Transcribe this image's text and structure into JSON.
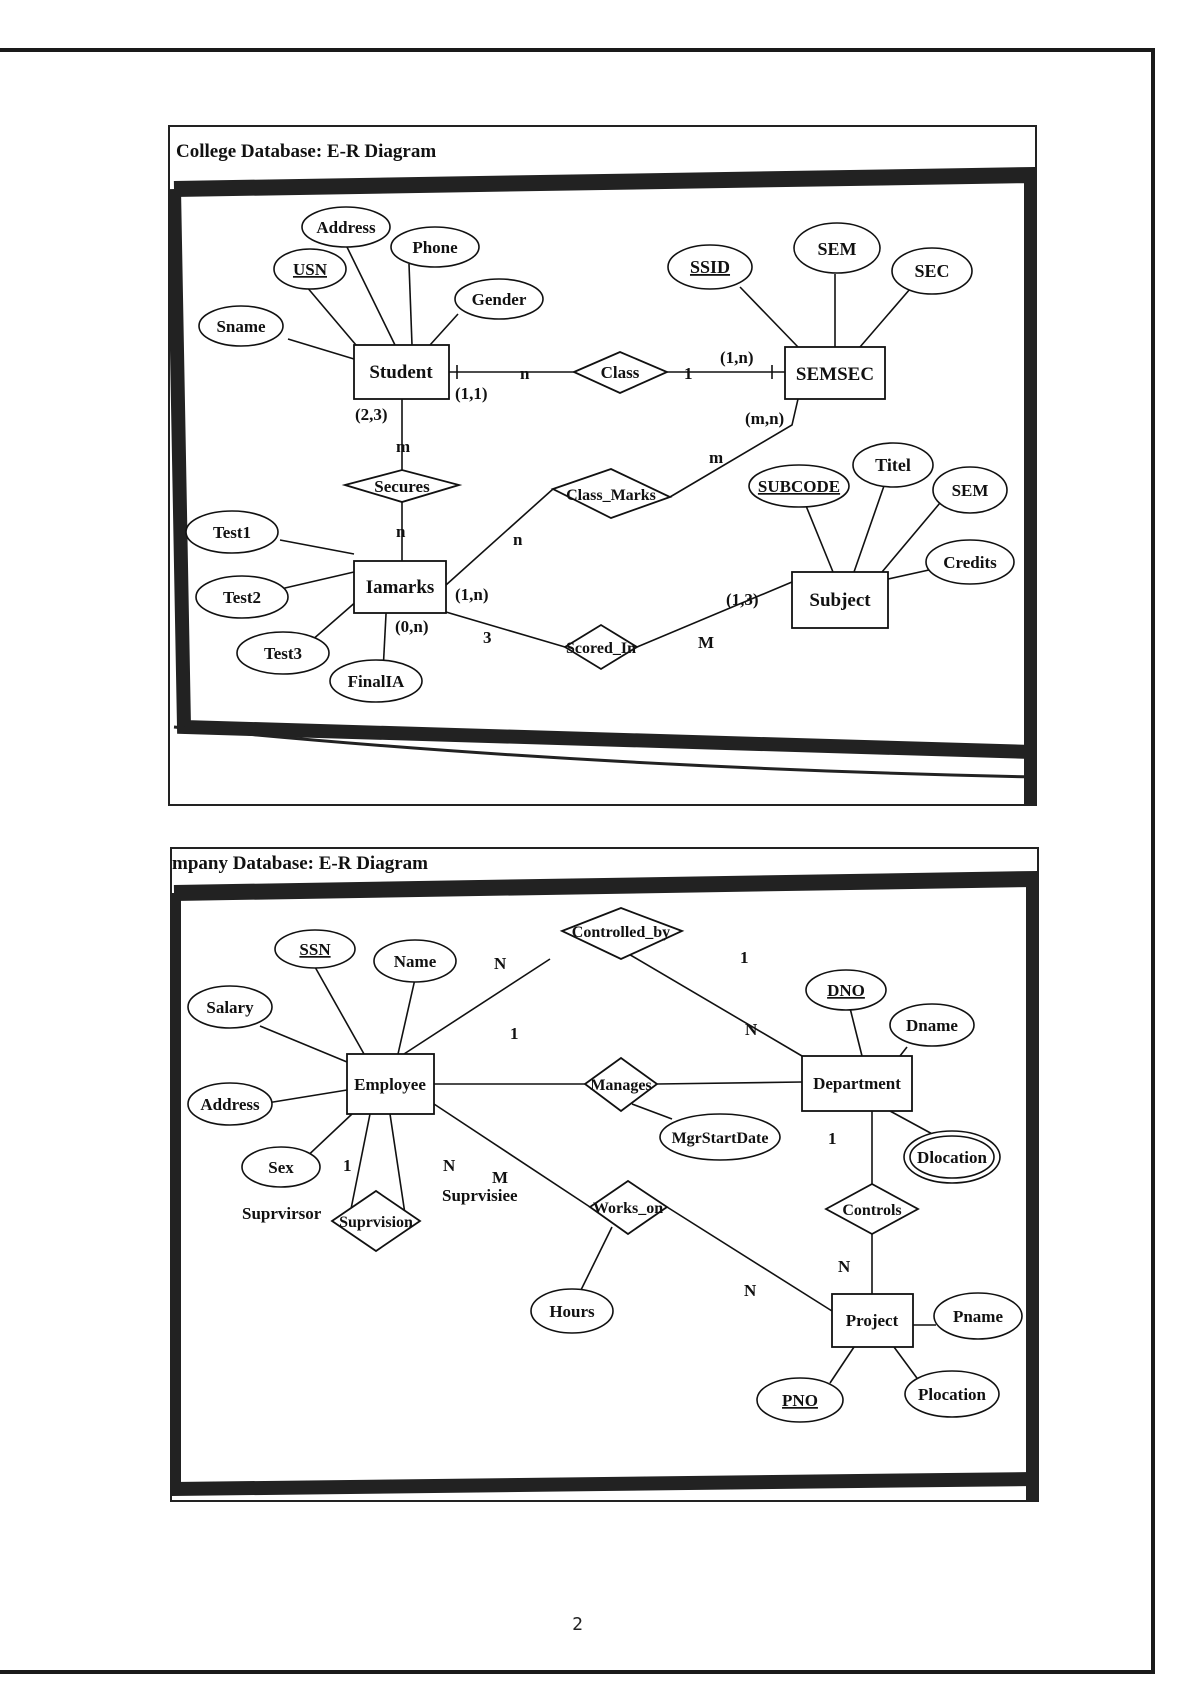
{
  "page_number": "2",
  "college": {
    "title": "College Database: E-R Diagram",
    "entities": {
      "student": "Student",
      "semsec": "SEMSEC",
      "iamarks": "Iamarks",
      "subject": "Subject"
    },
    "relationships": {
      "class": "Class",
      "secures": "Secures",
      "class_marks": "Class_Marks",
      "scored_in": "Scored_In"
    },
    "attributes": {
      "address": "Address",
      "phone": "Phone",
      "usn": "USN",
      "gender": "Gender",
      "sname": "Sname",
      "ssid": "SSID",
      "sem": "SEM",
      "sec": "SEC",
      "test1": "Test1",
      "test2": "Test2",
      "test3": "Test3",
      "finalia": "FinalIA",
      "subcode": "SUBCODE",
      "titel": "Titel",
      "subject_sem": "SEM",
      "credits": "Credits"
    },
    "cardinalities": {
      "student_class_n": "n",
      "student_11": "(1,1)",
      "class_semsec_1": "1",
      "semsec_1n": "(1,n)",
      "student_23": "(2,3)",
      "student_m": "m",
      "secures_n": "n",
      "semsec_mn": "(m,n)",
      "class_marks_m": "m",
      "class_marks_n": "n",
      "iamarks_1n": "(1,n)",
      "iamarks_0n": "(0,n)",
      "scored_3": "3",
      "scored_M": "M",
      "subject_13": "(1,3)"
    }
  },
  "company": {
    "title": "mpany Database: E-R Diagram",
    "entities": {
      "employee": "Employee",
      "department": "Department",
      "project": "Project"
    },
    "relationships": {
      "controlled_by": "Controlled_by",
      "manages": "Manages",
      "works_on": "Works_on",
      "controls": "Controls",
      "suprvision": "Suprvision"
    },
    "attributes": {
      "ssn": "SSN",
      "name": "Name",
      "salary": "Salary",
      "address": "Address",
      "sex": "Sex",
      "dno": "DNO",
      "dname": "Dname",
      "dlocation": "Dlocation",
      "mgrstartdate": "MgrStartDate",
      "hours": "Hours",
      "pname": "Pname",
      "pno": "PNO",
      "plocation": "Plocation"
    },
    "roles": {
      "suprvirsor": "Suprvirsor",
      "suprvisiee": "Suprvisiee"
    },
    "cardinalities": {
      "emp_controlled_N": "N",
      "controlled_dept_1": "1",
      "emp_manages_1": "1",
      "manages_dept_N": "N",
      "sup_1": "1",
      "sup_N": "N",
      "works_M": "M",
      "works_N": "N",
      "dept_controls_1": "1",
      "controls_proj_N": "N"
    }
  }
}
